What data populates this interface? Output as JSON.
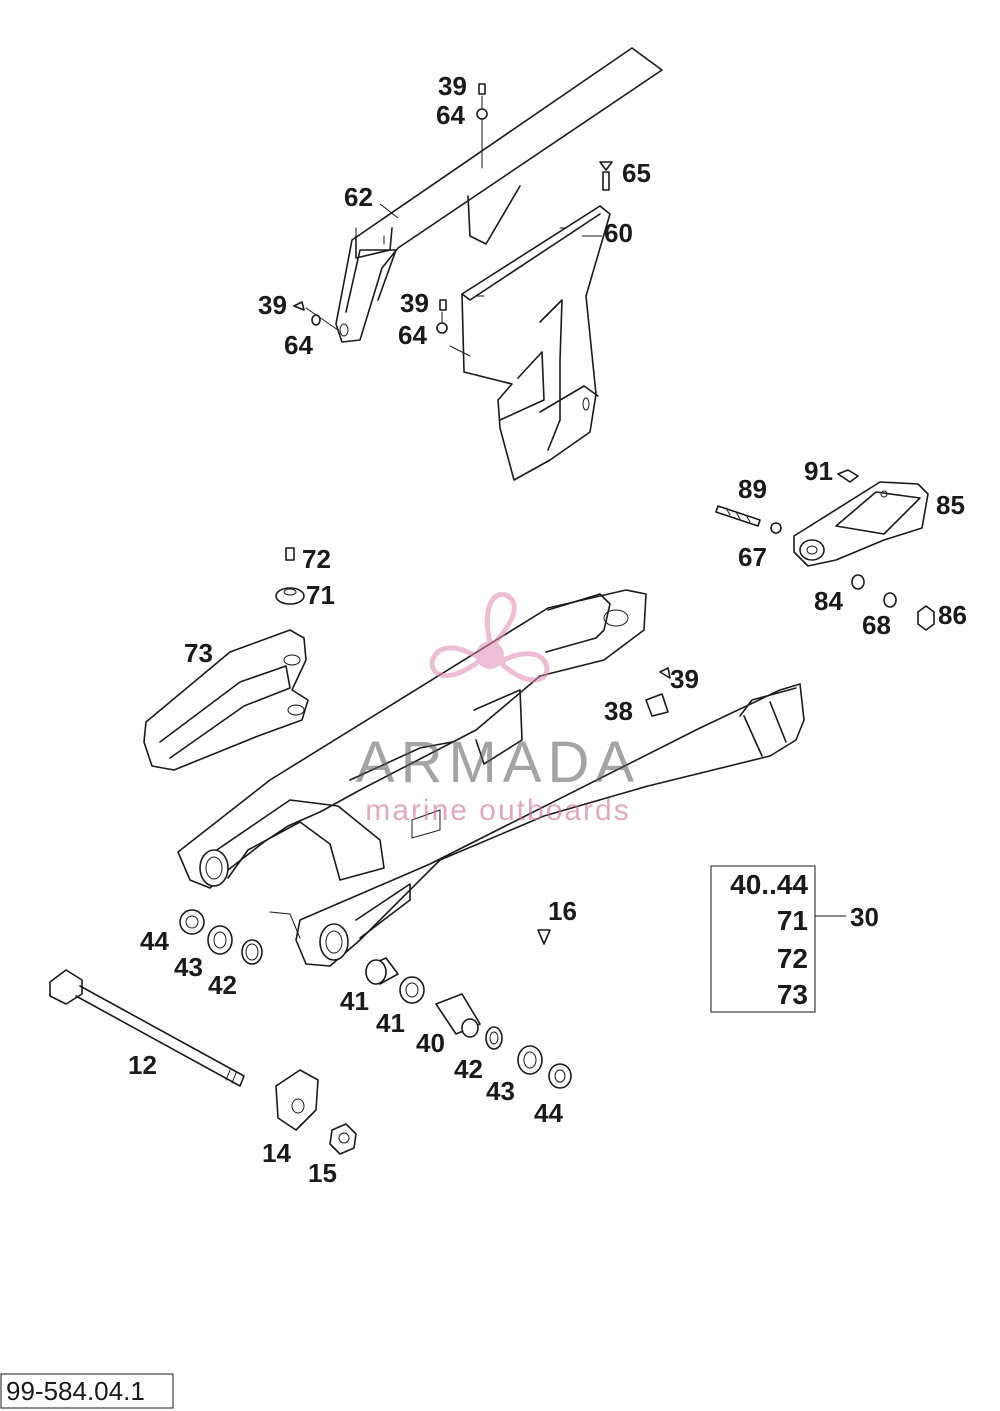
{
  "diagram": {
    "reference_code": "99-584.04.1",
    "callouts": [
      {
        "id": "c39a",
        "text": "39"
      },
      {
        "id": "c64a",
        "text": "64"
      },
      {
        "id": "c65",
        "text": "65"
      },
      {
        "id": "c62",
        "text": "62"
      },
      {
        "id": "c60",
        "text": "60"
      },
      {
        "id": "c39b",
        "text": "39"
      },
      {
        "id": "c64b",
        "text": "64"
      },
      {
        "id": "c39c",
        "text": "39"
      },
      {
        "id": "c64c",
        "text": "64"
      },
      {
        "id": "c91",
        "text": "91"
      },
      {
        "id": "c89",
        "text": "89"
      },
      {
        "id": "c85",
        "text": "85"
      },
      {
        "id": "c67",
        "text": "67"
      },
      {
        "id": "c84",
        "text": "84"
      },
      {
        "id": "c68",
        "text": "68"
      },
      {
        "id": "c86",
        "text": "86"
      },
      {
        "id": "c72",
        "text": "72"
      },
      {
        "id": "c71",
        "text": "71"
      },
      {
        "id": "c73",
        "text": "73"
      },
      {
        "id": "c39d",
        "text": "39"
      },
      {
        "id": "c38",
        "text": "38"
      },
      {
        "id": "c16",
        "text": "16"
      },
      {
        "id": "c44a",
        "text": "44"
      },
      {
        "id": "c43a",
        "text": "43"
      },
      {
        "id": "c42a",
        "text": "42"
      },
      {
        "id": "c41a",
        "text": "41"
      },
      {
        "id": "c41b",
        "text": "41"
      },
      {
        "id": "c40",
        "text": "40"
      },
      {
        "id": "c42b",
        "text": "42"
      },
      {
        "id": "c43b",
        "text": "43"
      },
      {
        "id": "c44b",
        "text": "44"
      },
      {
        "id": "c12",
        "text": "12"
      },
      {
        "id": "c14",
        "text": "14"
      },
      {
        "id": "c15",
        "text": "15"
      }
    ],
    "kit": {
      "number": "30",
      "items": [
        "40..44",
        "71",
        "72",
        "73"
      ]
    },
    "watermark": {
      "brand": "ARMADA",
      "tagline": "marine outboards"
    }
  }
}
